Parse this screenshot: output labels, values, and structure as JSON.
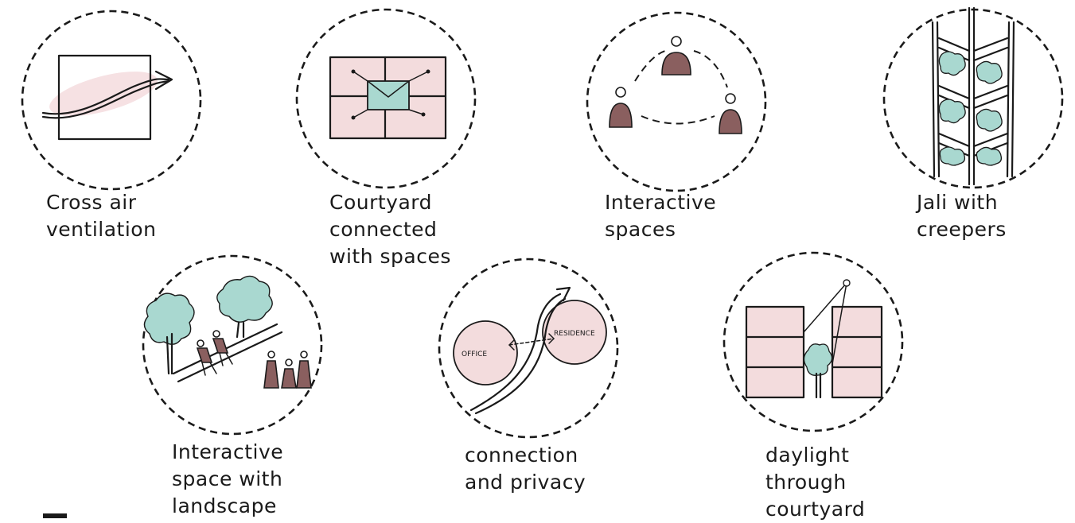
{
  "panels": [
    {
      "id": "cross-air",
      "caption": [
        "Cross air",
        "ventilation"
      ],
      "icon": "cross-ventilation-icon"
    },
    {
      "id": "courtyard",
      "caption": [
        "Courtyard",
        "connected",
        "with spaces"
      ],
      "icon": "courtyard-icon"
    },
    {
      "id": "interactive",
      "caption": [
        "Interactive",
        "spaces"
      ],
      "icon": "people-icon"
    },
    {
      "id": "jali",
      "caption": [
        "Jali with",
        "creepers"
      ],
      "icon": "jali-creepers-icon"
    },
    {
      "id": "landscape",
      "caption": [
        "Interactive",
        "space with",
        "landscape"
      ],
      "icon": "landscape-icon"
    },
    {
      "id": "connection",
      "caption": [
        "connection",
        "and privacy"
      ],
      "icon": "connection-icon",
      "labels": {
        "office": "OFFICE",
        "residence": "RESIDENCE"
      }
    },
    {
      "id": "daylight",
      "caption": [
        "daylight",
        "through",
        "courtyard"
      ],
      "icon": "daylight-icon"
    }
  ],
  "colors": {
    "ink": "#1a1a1a",
    "pink": "#f3dcdd",
    "person": "#8a5f5f",
    "green": "#a9d8d0"
  }
}
